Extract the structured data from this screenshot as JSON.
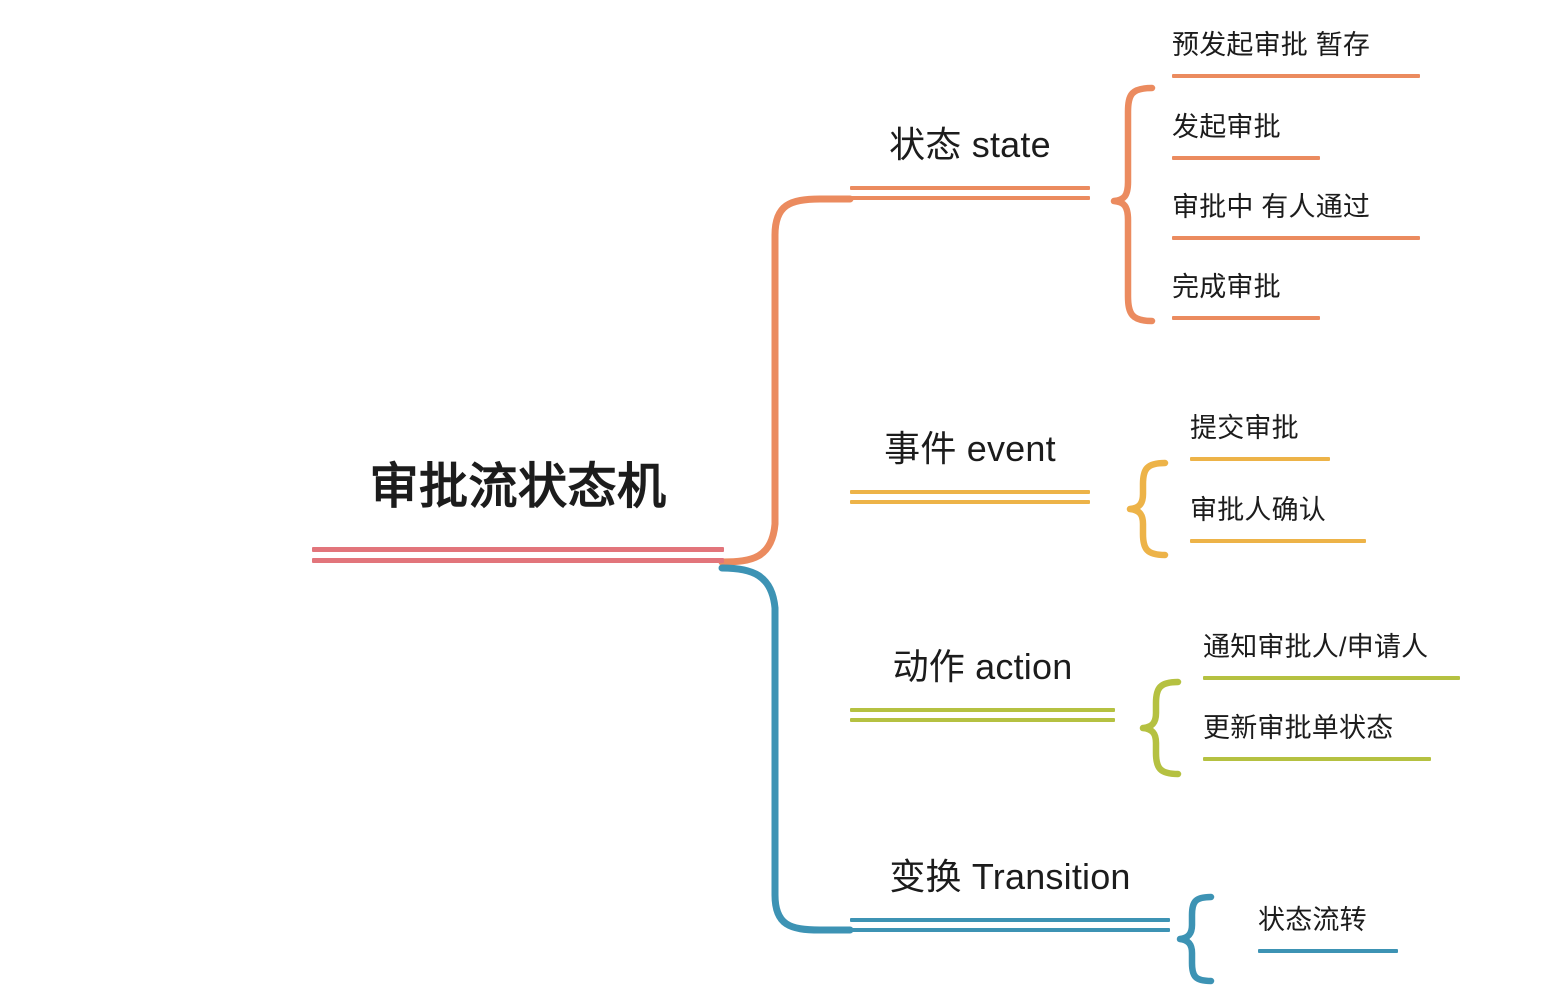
{
  "diagram": {
    "type": "mind-map",
    "title": "审批流状态机",
    "background": "#ffffff",
    "colors": {
      "root": "#E2757B",
      "state": "#EB8B5F",
      "event": "#EDB348",
      "action": "#B5C141",
      "transition": "#3D93B4",
      "text": "#1c1c1c"
    }
  },
  "root": {
    "label": "审批流状态机",
    "color": "#E2757B"
  },
  "branches": [
    {
      "id": "state",
      "label": "状态 state",
      "color": "#EB8B5F",
      "children": [
        {
          "label": "预发起审批 暂存"
        },
        {
          "label": "发起审批"
        },
        {
          "label": "审批中 有人通过"
        },
        {
          "label": "完成审批"
        }
      ]
    },
    {
      "id": "event",
      "label": "事件 event",
      "color": "#EDB348",
      "children": [
        {
          "label": "提交审批"
        },
        {
          "label": "审批人确认"
        }
      ]
    },
    {
      "id": "action",
      "label": "动作 action",
      "color": "#B5C141",
      "children": [
        {
          "label": "通知审批人/申请人"
        },
        {
          "label": "更新审批单状态"
        }
      ]
    },
    {
      "id": "transition",
      "label": "变换 Transition",
      "color": "#3D93B4",
      "children": [
        {
          "label": "状态流转"
        }
      ]
    }
  ]
}
